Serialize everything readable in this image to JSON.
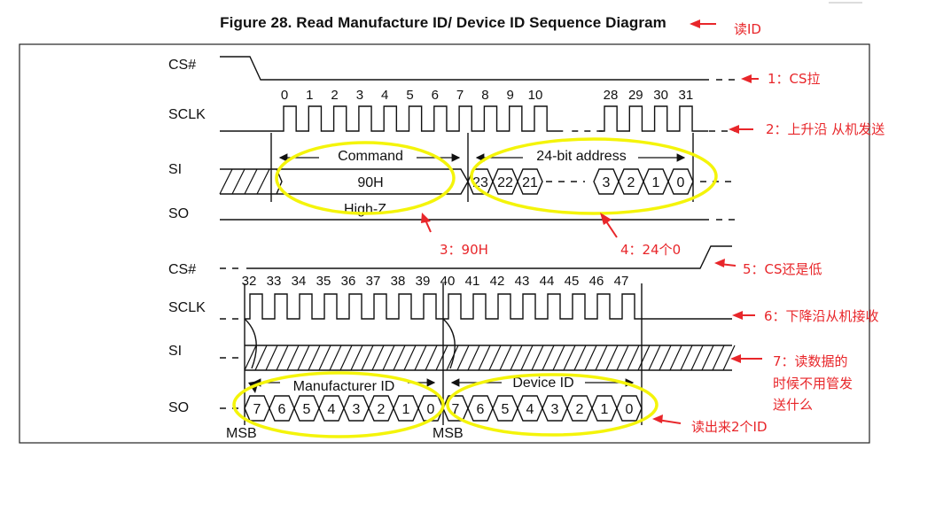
{
  "figure": {
    "title": "Figure 28. Read Manufacture ID/ Device ID Sequence Diagram"
  },
  "signals": {
    "top": {
      "cs": "CS#",
      "sclk": "SCLK",
      "si": "SI",
      "so": "SO"
    },
    "bottom": {
      "cs": "CS#",
      "sclk": "SCLK",
      "si": "SI",
      "so": "SO"
    }
  },
  "clock_labels": {
    "top_a": [
      "0",
      "1",
      "2",
      "3",
      "4",
      "5",
      "6",
      "7",
      "8",
      "9",
      "10"
    ],
    "top_b": [
      "28",
      "29",
      "30",
      "31"
    ],
    "bottom": [
      "32",
      "33",
      "34",
      "35",
      "36",
      "37",
      "38",
      "39",
      "40",
      "41",
      "42",
      "43",
      "44",
      "45",
      "46",
      "47"
    ]
  },
  "fields": {
    "command_label": "Command",
    "command_value": "90H",
    "address_label": "24-bit address",
    "address_bits_high": [
      "23",
      "22",
      "21"
    ],
    "address_bits_low": [
      "3",
      "2",
      "1",
      "0"
    ],
    "so_high_z": "High-Z",
    "manufacturer_label": "Manufacturer ID",
    "device_label": "Device ID",
    "manufacturer_bits": [
      "7",
      "6",
      "5",
      "4",
      "3",
      "2",
      "1",
      "0"
    ],
    "device_bits": [
      "7",
      "6",
      "5",
      "4",
      "3",
      "2",
      "1",
      "0"
    ],
    "msb1": "MSB",
    "msb2": "MSB"
  },
  "annotations": {
    "read_id": "读ID",
    "n1": "1：CS拉",
    "n2": "2：上升沿 从机发送",
    "n3": "3：90H",
    "n4": "4：24个0",
    "n5": "5：CS还是低",
    "n6": "6：下降沿从机接收",
    "n7a": "7：读数据的",
    "n7b": "时候不用管发",
    "n7c": "送什么",
    "n8": "读出来2个ID"
  },
  "colors": {
    "annotation": "#e8262a",
    "highlight": "#f4f40a",
    "line": "#111111"
  }
}
